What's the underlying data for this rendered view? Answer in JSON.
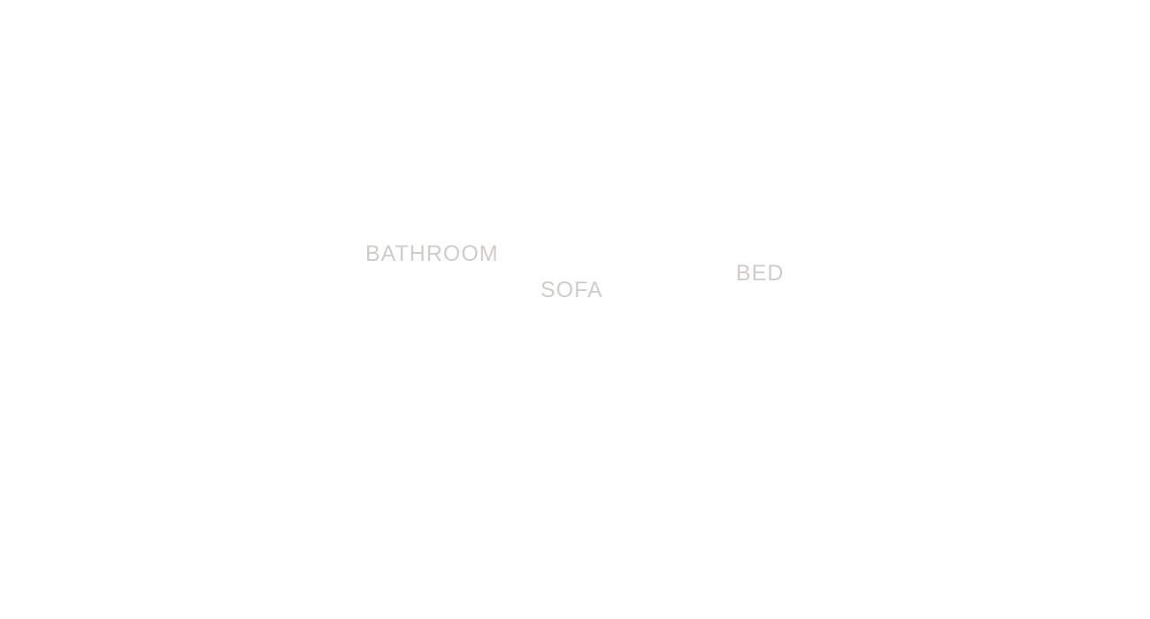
{
  "labels": {
    "bathroom": "BATHROOM",
    "sofa": "SOFA",
    "bed": "BED"
  },
  "colors": {
    "background": "#ffffff",
    "label_text": "#cfcdcb"
  }
}
